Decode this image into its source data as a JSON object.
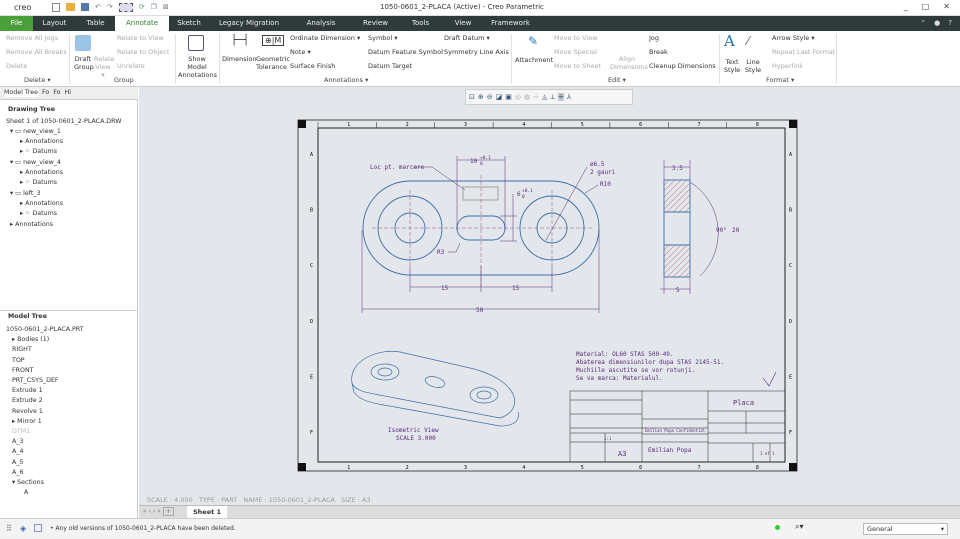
{
  "titlebar": {
    "logo": "creo",
    "title": "1050-0601_2-PLACA (Active) - Creo Parametric",
    "controls": [
      "_",
      "□",
      "✕"
    ]
  },
  "tabs": [
    "File",
    "Layout",
    "Table",
    "Annotate",
    "Sketch",
    "Legacy Migration",
    "Analysis",
    "Review",
    "Tools",
    "View",
    "Framework"
  ],
  "ribbon": {
    "delete": {
      "items": [
        "Remove All Jogs",
        "Remove All Breaks",
        "Delete"
      ],
      "label": "Delete ▾"
    },
    "group": {
      "items": [
        "Draft Group",
        "Relate View ▾",
        "Relate to View",
        "Relate to Object",
        "Unrelate"
      ],
      "label": "Group"
    },
    "annotations": {
      "items": [
        "Show Model Annotations",
        "Dimension",
        "Geometric Tolerance",
        "Ordinate Dimension ▾",
        "Note ▾",
        "Surface Finish",
        "Symbol ▾",
        "Datum Feature Symbol",
        "Datum Target",
        "Draft Datum ▾",
        "Symmetry Line Axis"
      ],
      "label": "Annotations ▾"
    },
    "edit": {
      "items": [
        "Attachment",
        "Move to View",
        "Move Special",
        "Move to Sheet",
        "Align Dimensions",
        "Jog",
        "Break",
        "Cleanup Dimensions"
      ],
      "label": "Edit ▾"
    },
    "format": {
      "items": [
        "Text Style",
        "Line Style",
        "Arrow Style ▾",
        "Repeat Last Format",
        "Hyperlink"
      ],
      "label": "Format ▾"
    }
  },
  "left_tabs": [
    "Model Tree",
    "Fo",
    "Fo",
    "Hi"
  ],
  "drawing_tree": {
    "title": "Drawing Tree",
    "items": [
      "Sheet 1 of 1050-0601_2-PLACA.DRW",
      "new_view_1",
      "Annotations",
      "Datums",
      "new_view_4",
      "Annotations",
      "Datums",
      "left_3",
      "Annotations",
      "Datums",
      "Annotations"
    ]
  },
  "model_tree": {
    "title": "Model Tree",
    "items": [
      "1050-0601_2-PLACA.PRT",
      "Bodies (1)",
      "RIGHT",
      "TOP",
      "FRONT",
      "PRT_CSYS_DEF",
      "Extrude 1",
      "Extrude 2",
      "Revolve 1",
      "Mirror 1",
      "DTM1",
      "A_3",
      "A_4",
      "A_5",
      "A_6",
      "Sections",
      "A"
    ]
  },
  "drawing": {
    "top_labels": [
      "Loc pt. marcare",
      "10",
      "+0.1",
      "0",
      "6",
      "+0.1",
      "0",
      "ø6.5",
      "2 gauri",
      "R10",
      "R3",
      "15",
      "15",
      "50"
    ],
    "side_labels": [
      "3.5",
      "90°",
      "20",
      "5"
    ],
    "iso": [
      "Isometric View",
      "SCALE 3.000"
    ],
    "notes": [
      "Material: OL60 STAS 500-49.",
      "Abaterea dimensiunilor dupa STAS 2145-51.",
      "Muchiile ascutite se vor rotunji.",
      "Se va marca: Materialul."
    ],
    "titleblock": {
      "title": "Placa",
      "author": "Emilian Popa",
      "size": "A3",
      "scale": "1:1",
      "sheet": "1 of 1",
      "conf": "Emilian Popa Confidential"
    },
    "zones_h": [
      "1",
      "2",
      "3",
      "4",
      "5",
      "6",
      "7",
      "8"
    ],
    "zones_v": [
      "A",
      "B",
      "C",
      "D",
      "E",
      "F"
    ]
  },
  "info": "SCALE : 4.000   TYPE : PART   NAME : 1050-0601_2-PLACA   SIZE : A3",
  "sheet_tab": "Sheet 1",
  "status": {
    "message": "Any old versions of 1050-0601_2-PLACA have been deleted.",
    "filter": "General"
  },
  "colors": {
    "file_tab": "#4a9f3a",
    "tabbar": "#2f3a3a",
    "geometry": "#3b6ea8",
    "annotation": "#5a2a7a",
    "canvas": "#e3e7ec"
  }
}
